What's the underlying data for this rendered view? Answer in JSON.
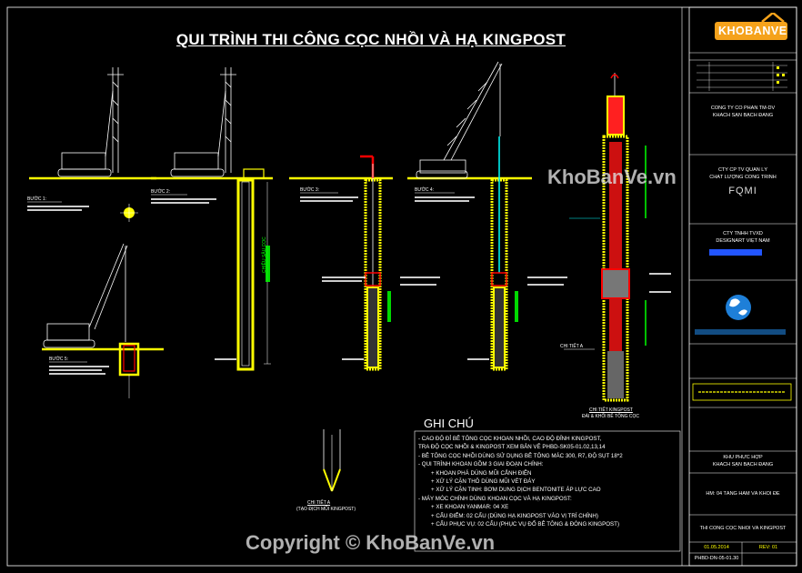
{
  "title": "QUI TRÌNH THI CÔNG CỌC NHỒI VÀ HẠ KINGPOST",
  "notes": {
    "heading": "GHI CHÚ",
    "lines": [
      "- CAO ĐỘ ĐỈ BÊ TÔNG CỌC KHOAN NHỒI, CAO ĐỘ ĐỈNH KINGPOST,",
      "  TRA ĐỘ CỌC NHỒI & KINGPOST XEM BẢN VẼ PHBD-SK05-01.02,13,14",
      "- BÊ TÔNG CỌC NHỒI DÙNG SỬ DỤNG BÊ TÔNG MÁC 300, R7, ĐỘ SỤT 18*2",
      "- QUI TRÌNH KHOAN GỒM 3 GIAI ĐOẠN CHÍNH:",
      "+ KHOAN PHÁ DÙNG MŨI CẮNH ĐIỆN",
      "+ XỬ LÝ CẶN THÔ DÙNG MŨI VÉT ĐÁY",
      "+ XỬ LÝ CẶN TINH: BƠM DUNG DỊCH BENTONITE ÁP LỰC CAO",
      "- MÁY MÓC CHÍNH DÙNG KHOAN CỌC VÀ HẠ KINGPOST:",
      "+ XE KHOAN YANMAR: 04 XE",
      "+ CẨU ĐIỂM: 02 CẨU (DÙNG HẠ KINGPOST VÀO VỊ TRÍ CHÍNH)",
      "+ CẨU PHỤC VỤ: 02 CẨU (PHỤC VỤ ĐỔ BÊ TÔNG & ĐÓNG KINGPOST)"
    ]
  },
  "labels": {
    "step1": "BƯỚC 1:",
    "step2": "BƯỚC 2:",
    "step3": "BƯỚC 3:",
    "step4": "BƯỚC 4:",
    "step5": "BƯỚC 5:",
    "detail_a": "CHI TIẾT A",
    "detail_a_caption": "CHI TIẾT A",
    "detail_a_sub": "(TẠO ĐỊCH MŨI KINGPOST)",
    "kingpost_caption": "CHI TIẾT KINGPOST",
    "kingpost_sub": "ĐÀI & KHỐI BÊ TÔNG CỌC",
    "depth_label": "CHIỀU SÂU CỌC"
  },
  "title_block": {
    "company1": "CÔNG TY CỔ PHẦN TM-DV",
    "company1b": "KHÁCH SẠN BẠCH ĐẰNG",
    "company2": "CTY CP TV QUẢN LÝ",
    "company2b": "CHẤT LƯỢNG CÔNG TRÌNH",
    "company2_logo": "FQMI",
    "company3": "CTY TNHH TVXD",
    "company3b": "DESIGNART VIỆT NAM",
    "project": "KHU PHỨC HỢP",
    "project_b": "KHÁCH SẠN BẠCH ĐẰNG",
    "item": "HM: 04 TẦNG HẦM VÀ KHỐI ĐẾ",
    "drawing": "THI CÔNG CỌC NHỒI VÀ KINGPOST",
    "date": "01.05.2014",
    "rev": "REV: 01",
    "code": "PHBD-DN-05-01.30"
  },
  "logo_text": "KHOBANVE",
  "watermark_main": "KhoBanVe.vn",
  "watermark_copy": "Copyright © KhoBanVe.vn",
  "colors": {
    "yellow": "#ffff00",
    "red": "#ff0000",
    "green": "#00ff00",
    "cyan": "#00ffff",
    "white": "#ffffff",
    "brand_orange": "#f5a21b"
  }
}
